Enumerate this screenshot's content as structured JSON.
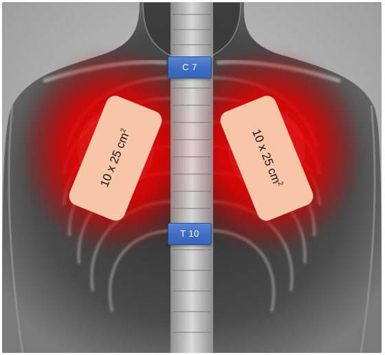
{
  "labels": {
    "upper_vertebra": "C 7",
    "lower_vertebra": "T 10"
  },
  "pads": {
    "left": {
      "size_text": "10 x 25 cm",
      "unit_superscript": "2"
    },
    "right": {
      "size_text": "10 x 25 cm",
      "unit_superscript": "2"
    }
  },
  "colors": {
    "heat_glow": "#e00000",
    "pad_fill": "#f7c6a8",
    "label_fill": "#3f6cc2",
    "xray_background": "#b4b4b4"
  }
}
